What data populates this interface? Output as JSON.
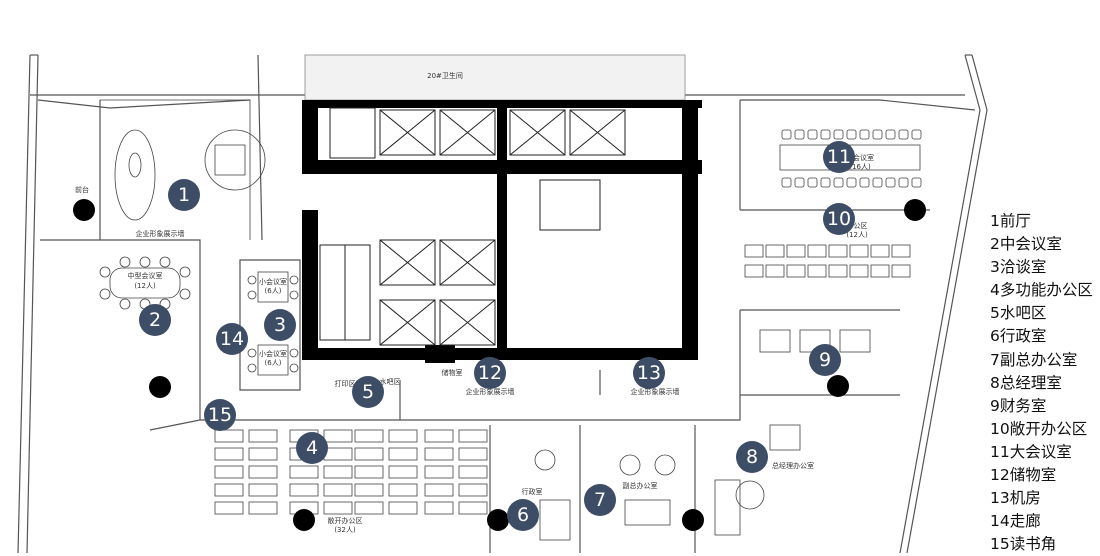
{
  "legend": [
    {
      "num": "1",
      "name": "前厅"
    },
    {
      "num": "2",
      "name": "中会议室"
    },
    {
      "num": "3",
      "name": "洽谈室"
    },
    {
      "num": "4",
      "name": "多功能办公区"
    },
    {
      "num": "5",
      "name": "水吧区"
    },
    {
      "num": "6",
      "name": "行政室"
    },
    {
      "num": "7",
      "name": "副总办公室"
    },
    {
      "num": "8",
      "name": "总经理室"
    },
    {
      "num": "9",
      "name": "财务室"
    },
    {
      "num": "10",
      "name": "敞开办公区"
    },
    {
      "num": "11",
      "name": "大会议室"
    },
    {
      "num": "12",
      "name": "储物室"
    },
    {
      "num": "13",
      "name": "机房"
    },
    {
      "num": "14",
      "name": "走廊"
    },
    {
      "num": "15",
      "name": "读书角"
    }
  ],
  "markers": [
    "1",
    "2",
    "3",
    "4",
    "5",
    "6",
    "7",
    "8",
    "9",
    "10",
    "11",
    "12",
    "13",
    "14",
    "15"
  ],
  "plan_labels": {
    "reception": "前台",
    "display_wall": "企业形象展示墙",
    "mid_meeting": "中型会议室",
    "mid_meeting_cap": "(12人)",
    "toilet": "20#卫生间",
    "negotiation": "小会议室",
    "negotiation_cap": "(6人)",
    "print": "打印区",
    "water_bar": "水吧区",
    "storage": "储物室",
    "open_office": "敞开办公区",
    "open_office_cap": "(32人)",
    "admin": "行政室",
    "deputy": "副总办公室",
    "gm": "总经理办公室",
    "big_meeting": "大会议室",
    "big_meeting_cap": "(16人)",
    "open_office2": "办公区",
    "open_office2_cap": "(12人)",
    "display_wall2": "企业形象展示墙",
    "display_wall3": "企业形象展示墙"
  },
  "colors": {
    "marker": "#3d4d66",
    "wall": "#000000",
    "line": "#555555"
  }
}
